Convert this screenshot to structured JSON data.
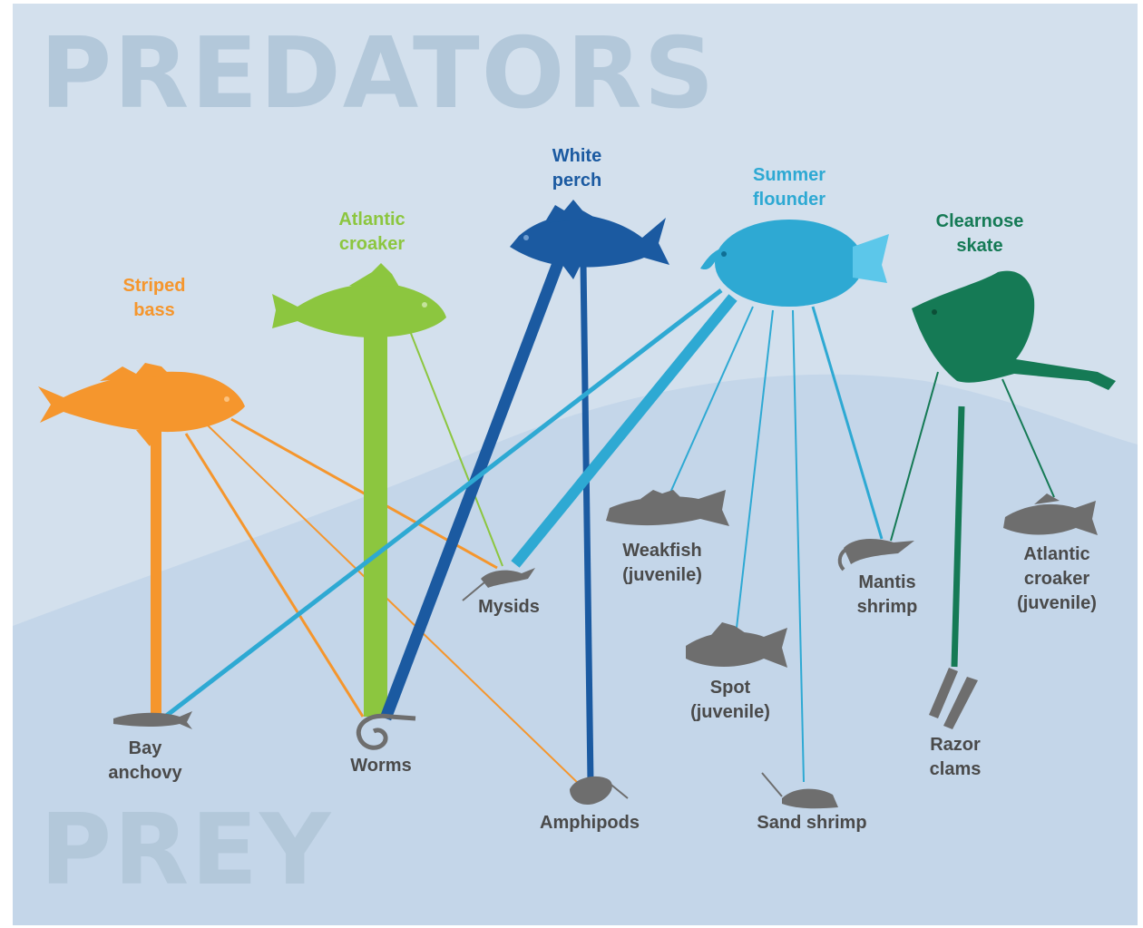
{
  "headings": {
    "top": "PREDATORS",
    "bottom": "PREY"
  },
  "predators": [
    {
      "id": "striped-bass",
      "line1": "Striped",
      "line2": "bass",
      "color": "#f5962d"
    },
    {
      "id": "atlantic-croaker",
      "line1": "Atlantic",
      "line2": "croaker",
      "color": "#8cc63f"
    },
    {
      "id": "white-perch",
      "line1": "White",
      "line2": "perch",
      "color": "#1b5aa1"
    },
    {
      "id": "summer-flounder",
      "line1": "Summer",
      "line2": "flounder",
      "color": "#2ea9d3"
    },
    {
      "id": "clearnose-skate",
      "line1": "Clearnose",
      "line2": "skate",
      "color": "#157a55"
    }
  ],
  "prey": [
    {
      "id": "bay-anchovy",
      "line1": "Bay",
      "line2": "anchovy"
    },
    {
      "id": "worms",
      "line1": "Worms",
      "line2": ""
    },
    {
      "id": "mysids",
      "line1": "Mysids",
      "line2": ""
    },
    {
      "id": "amphipods",
      "line1": "Amphipods",
      "line2": ""
    },
    {
      "id": "weakfish-juvenile",
      "line1": "Weakfish",
      "line2": "(juvenile)"
    },
    {
      "id": "spot-juvenile",
      "line1": "Spot",
      "line2": "(juvenile)"
    },
    {
      "id": "sand-shrimp",
      "line1": "Sand shrimp",
      "line2": ""
    },
    {
      "id": "mantis-shrimp",
      "line1": "Mantis",
      "line2": "shrimp"
    },
    {
      "id": "atlantic-croaker-juvenile",
      "line1": "Atlantic",
      "line2": "croaker",
      "line3": "(juvenile)"
    },
    {
      "id": "razor-clams",
      "line1": "Razor",
      "line2": "clams"
    }
  ],
  "colors": {
    "background": "#d3e0ed",
    "wave": "#c4d6e9",
    "prey_gray": "#6e6e6e",
    "heading": "#b3c8da"
  }
}
